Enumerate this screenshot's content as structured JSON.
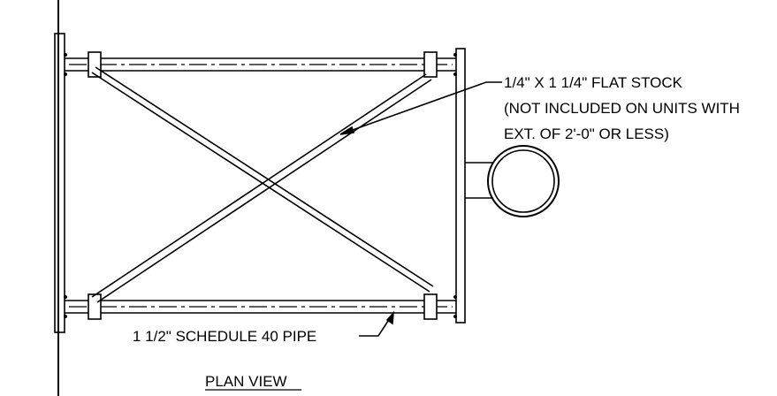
{
  "annotations": {
    "flat_stock_line1": "1/4\" X 1 1/4\" FLAT STOCK",
    "flat_stock_line2": "(NOT INCLUDED ON UNITS WITH",
    "flat_stock_line3": "EXT. OF 2'-0\" OR LESS)",
    "pipe_label": "1 1/2\" SCHEDULE 40 PIPE",
    "view_title": "PLAN VIEW"
  },
  "colors": {
    "line": "#000000",
    "background": "#ffffff"
  }
}
